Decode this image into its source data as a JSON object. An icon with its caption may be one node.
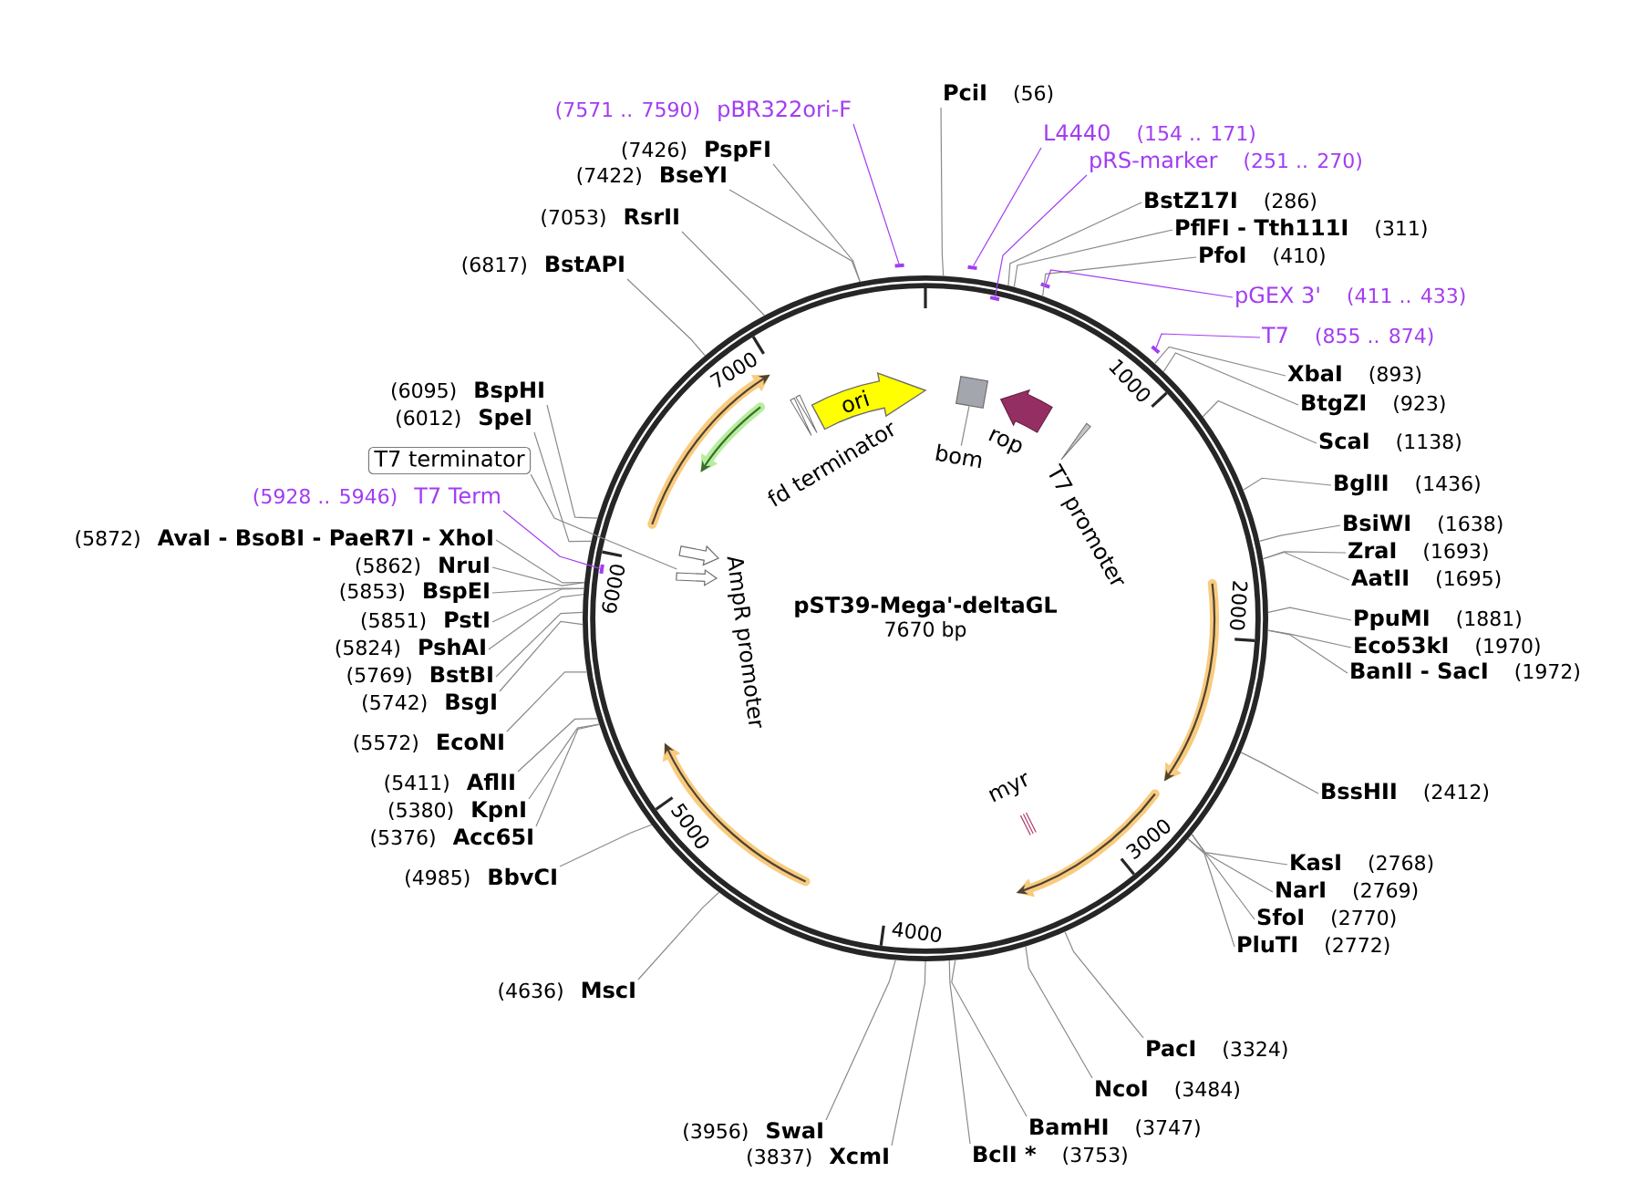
{
  "diagram": {
    "nodes": [
      {
        "text": [
          "pST39-Mega'-deltaGL",
          "7670 bp"
        ]
      },
      {
        "text": [
          "ori"
        ],
        "in": 0
      },
      {
        "text": [],
        "shape": "box",
        "in": 0
      },
      {
        "text": [
          "bom"
        ],
        "in": 0
      },
      {
        "text": [],
        "shape": "arrow",
        "beside": [
          "rop"
        ],
        "in": 0
      },
      {
        "text": [],
        "shape": "arrow",
        "beside": [
          "T7 promoter"
        ],
        "in": 0
      },
      {
        "text": [],
        "shape": "bar",
        "beside": [
          "myr"
        ],
        "in": 0
      },
      {
        "text": [],
        "shape": "arrow",
        "in": 0
      },
      {
        "text": [],
        "shape": "arrow",
        "beside": [
          "AmpR promoter"
        ],
        "in": 0
      },
      {
        "text": [],
        "shape": "arrow",
        "beside": [
          "fd terminator"
        ],
        "in": 0
      },
      {
        "text": [
          "PciI",
          "(56)"
        ]
      },
      {
        "text": [
          "L4440",
          "(154 .. 171)"
        ]
      },
      {
        "text": [],
        "shape": "bar"
      },
      {
        "text": [
          "pRS-marker",
          "(251 .. 270)"
        ]
      },
      {
        "text": [],
        "shape": "bar",
        "in": 0
      },
      {
        "text": [
          "BstZ17I",
          "(286)"
        ]
      },
      {
        "text": [
          "PflFI - Tth111I",
          "(311)"
        ]
      },
      {
        "text": [
          "PfoI",
          "(410)"
        ]
      },
      {
        "text": [
          "pGEX 3'",
          "(411 .. 433)"
        ]
      },
      {
        "text": [],
        "shape": "bar"
      },
      {
        "text": [
          "T7",
          "(855 .. 874)"
        ]
      },
      {
        "text": [],
        "shape": "bar"
      },
      {
        "text": [
          "XbaI",
          "(893)"
        ]
      },
      {
        "text": [
          "BtgZI",
          "(923)"
        ]
      },
      {
        "text": [
          "ScaI",
          "(1138)"
        ]
      },
      {
        "text": [
          "BglII",
          "(1436)"
        ]
      },
      {
        "text": [
          "BsiWI",
          "(1638)"
        ]
      },
      {
        "text": [
          "ZraI",
          "(1693)"
        ]
      },
      {
        "text": [
          "AatII",
          "(1695)"
        ]
      },
      {
        "text": [
          "PpuMI",
          "(1881)"
        ]
      },
      {
        "text": [
          "Eco53kI",
          "(1970)"
        ]
      },
      {
        "text": [
          "BanII - SacI",
          "(1972)"
        ]
      },
      {
        "text": [
          "BssHII",
          "(2412)"
        ]
      },
      {
        "text": [
          "KasI",
          "(2768)"
        ]
      },
      {
        "text": [
          "NarI",
          "(2769)"
        ]
      },
      {
        "text": [
          "SfoI",
          "(2770)"
        ]
      },
      {
        "text": [
          "PluTI",
          "(2772)"
        ]
      },
      {
        "text": [
          "PacI",
          "(3324)"
        ]
      },
      {
        "text": [
          "NcoI",
          "(3484)"
        ]
      },
      {
        "text": [
          "BamHI",
          "(3747)"
        ]
      },
      {
        "text": [
          "BclI *",
          "(3753)"
        ]
      },
      {
        "text": [
          "(3837)",
          "XcmI"
        ]
      },
      {
        "text": [
          "(3956)",
          "SwaI"
        ]
      },
      {
        "text": [
          "(4636)",
          "MscI"
        ]
      },
      {
        "text": [
          "(4985)",
          "BbvCI"
        ]
      },
      {
        "text": [
          "(5376)",
          "Acc65I"
        ]
      },
      {
        "text": [
          "(5380)",
          "KpnI"
        ]
      },
      {
        "text": [
          "(5411)",
          "AflII"
        ]
      },
      {
        "text": [
          "(5572)",
          "EcoNI"
        ]
      },
      {
        "text": [
          "(5742)",
          "BsgI"
        ]
      },
      {
        "text": [
          "(5769)",
          "BstBI"
        ]
      },
      {
        "text": [
          "(5824)",
          "PshAI"
        ]
      },
      {
        "text": [
          "(5851)",
          "PstI"
        ]
      },
      {
        "text": [
          "(5853)",
          "BspEI"
        ]
      },
      {
        "text": [
          "(5862)",
          "NruI"
        ]
      },
      {
        "text": [
          "(5872)",
          "AvaI - BsoBI - PaeR7I - XhoI"
        ]
      },
      {
        "text": [
          "(5928 .. 5946)",
          "T7 Term"
        ]
      },
      {
        "text": [],
        "shape": "bar",
        "in": 0
      },
      {
        "text": [
          "T7 terminator"
        ]
      },
      {
        "text": [
          "(6012)",
          "SpeI"
        ]
      },
      {
        "text": [
          "(6095)",
          "BspHI"
        ]
      },
      {
        "text": [
          "(6817)",
          "BstAPI"
        ]
      },
      {
        "text": [
          "(7053)",
          "RsrII"
        ]
      },
      {
        "text": [
          "(7422)",
          "BseYI"
        ]
      },
      {
        "text": [
          "(7426)",
          "PspFI"
        ]
      },
      {
        "text": [
          "(7571 .. 7590)",
          "pBR322ori-F"
        ]
      },
      {
        "text": [],
        "shape": "bar"
      }
    ],
    "edges": [
      {
        "from": 3,
        "to": 2,
        "arrow": "none"
      },
      {
        "from": 58,
        "to": 7,
        "arrow": "none"
      },
      {
        "from": 10,
        "to": 0,
        "arrow": "none"
      },
      {
        "from": 11,
        "to": 12,
        "arrow": "none",
        "color": "#a33cf2"
      },
      {
        "from": 13,
        "to": 14,
        "arrow": "none",
        "color": "#a33cf2"
      },
      {
        "from": 15,
        "to": 0,
        "arrow": "none"
      },
      {
        "from": 16,
        "to": 0,
        "arrow": "none"
      },
      {
        "from": 17,
        "to": 0,
        "arrow": "none"
      },
      {
        "from": 18,
        "to": 19,
        "arrow": "none",
        "color": "#a33cf2"
      },
      {
        "from": 20,
        "to": 21,
        "arrow": "none",
        "color": "#a33cf2"
      },
      {
        "from": 22,
        "to": 0,
        "arrow": "none"
      },
      {
        "from": 23,
        "to": 0,
        "arrow": "none"
      },
      {
        "from": 24,
        "to": 0,
        "arrow": "none"
      },
      {
        "from": 25,
        "to": 0,
        "arrow": "none"
      },
      {
        "from": 26,
        "to": 0,
        "arrow": "none"
      },
      {
        "from": 27,
        "to": 0,
        "arrow": "none"
      },
      {
        "from": 28,
        "to": 0,
        "arrow": "none"
      },
      {
        "from": 29,
        "to": 0,
        "arrow": "none"
      },
      {
        "from": 30,
        "to": 0,
        "arrow": "none"
      },
      {
        "from": 31,
        "to": 0,
        "arrow": "none"
      },
      {
        "from": 32,
        "to": 0,
        "arrow": "none"
      },
      {
        "from": 33,
        "to": 0,
        "arrow": "none"
      },
      {
        "from": 34,
        "to": 0,
        "arrow": "none"
      },
      {
        "from": 35,
        "to": 0,
        "arrow": "none"
      },
      {
        "from": 36,
        "to": 0,
        "arrow": "none"
      },
      {
        "from": 37,
        "to": 0,
        "arrow": "none"
      },
      {
        "from": 38,
        "to": 0,
        "arrow": "none"
      },
      {
        "from": 39,
        "to": 0,
        "arrow": "none"
      },
      {
        "from": 40,
        "to": 0,
        "arrow": "none"
      },
      {
        "from": 41,
        "to": 0,
        "arrow": "none"
      },
      {
        "from": 42,
        "to": 0,
        "arrow": "none"
      },
      {
        "from": 43,
        "to": 0,
        "arrow": "none"
      },
      {
        "from": 44,
        "to": 0,
        "arrow": "none"
      },
      {
        "from": 45,
        "to": 0,
        "arrow": "none"
      },
      {
        "from": 46,
        "to": 0,
        "arrow": "none"
      },
      {
        "from": 47,
        "to": 0,
        "arrow": "none"
      },
      {
        "from": 48,
        "to": 0,
        "arrow": "none"
      },
      {
        "from": 49,
        "to": 0,
        "arrow": "none"
      },
      {
        "from": 50,
        "to": 0,
        "arrow": "none"
      },
      {
        "from": 51,
        "to": 0,
        "arrow": "none"
      },
      {
        "from": 52,
        "to": 0,
        "arrow": "none"
      },
      {
        "from": 53,
        "to": 0,
        "arrow": "none"
      },
      {
        "from": 54,
        "to": 0,
        "arrow": "none"
      },
      {
        "from": 55,
        "to": 0,
        "arrow": "none"
      },
      {
        "from": 56,
        "to": 57,
        "arrow": "none",
        "color": "#a33cf2"
      },
      {
        "from": 59,
        "to": 0,
        "arrow": "none"
      },
      {
        "from": 60,
        "to": 0,
        "arrow": "none"
      },
      {
        "from": 61,
        "to": 0,
        "arrow": "none"
      },
      {
        "from": 62,
        "to": 0,
        "arrow": "none"
      },
      {
        "from": 63,
        "to": 0,
        "arrow": "none"
      },
      {
        "from": 64,
        "to": 0,
        "arrow": "none"
      },
      {
        "from": 65,
        "to": 66,
        "arrow": "none",
        "color": "#a33cf2"
      }
    ],
    "labels": [
      "1000",
      "2000",
      "3000",
      "4000",
      "5000",
      "6000",
      "7000"
    ]
  }
}
